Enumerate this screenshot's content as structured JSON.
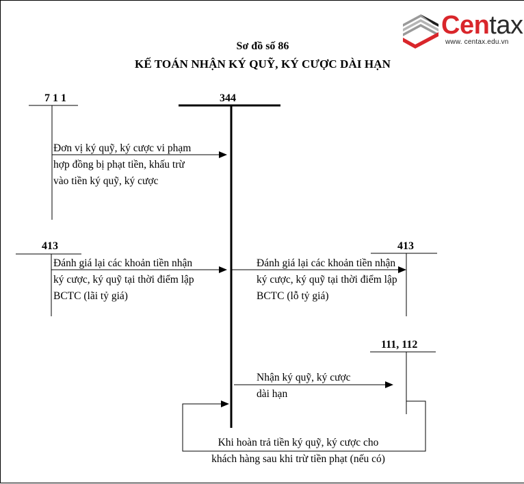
{
  "logo": {
    "brand_red": "Cen",
    "brand_dark": "tax",
    "url": "www. centax.edu.vn",
    "colors": {
      "red": "#d9262b",
      "dark": "#2b2b2b",
      "gray": "#8c8c8c"
    }
  },
  "header": {
    "subtitle": "Sơ đồ số 86",
    "title": "KẾ TOÁN NHẬN KÝ QUỸ, KÝ CƯỢC DÀI HẠN"
  },
  "accounts": {
    "a711": "7 1 1",
    "a344": "344",
    "a413_left": "413",
    "a413_right": "413",
    "a111_112": "111, 112"
  },
  "entries": {
    "penalty": {
      "line1": "Đơn vị ký quỹ, ký cược vi phạm",
      "line2": "hợp đồng bị phạt tiền, khấu trừ",
      "line3": "vào tiền ký quỹ, ký cược"
    },
    "revalue_gain": {
      "line1": "Đánh giá lại các khoản tiền nhận",
      "line2": "ký cược, ký quỹ tại thời điểm lập",
      "line3": "BCTC (lãi tỷ giá)"
    },
    "revalue_loss": {
      "line1": "Đánh giá lại các khoản tiền nhận",
      "line2": "ký cược, ký quỹ tại thời điểm lập",
      "line3": "BCTC (lỗ tỷ giá)"
    },
    "receive": {
      "line1": "Nhận ký quỹ, ký cược",
      "line2": "dài hạn"
    },
    "refund": {
      "line1": "Khi hoàn trả tiền ký quỹ, ký cược cho",
      "line2": "khách hàng sau khi trừ tiền phạt (nếu có)"
    }
  }
}
